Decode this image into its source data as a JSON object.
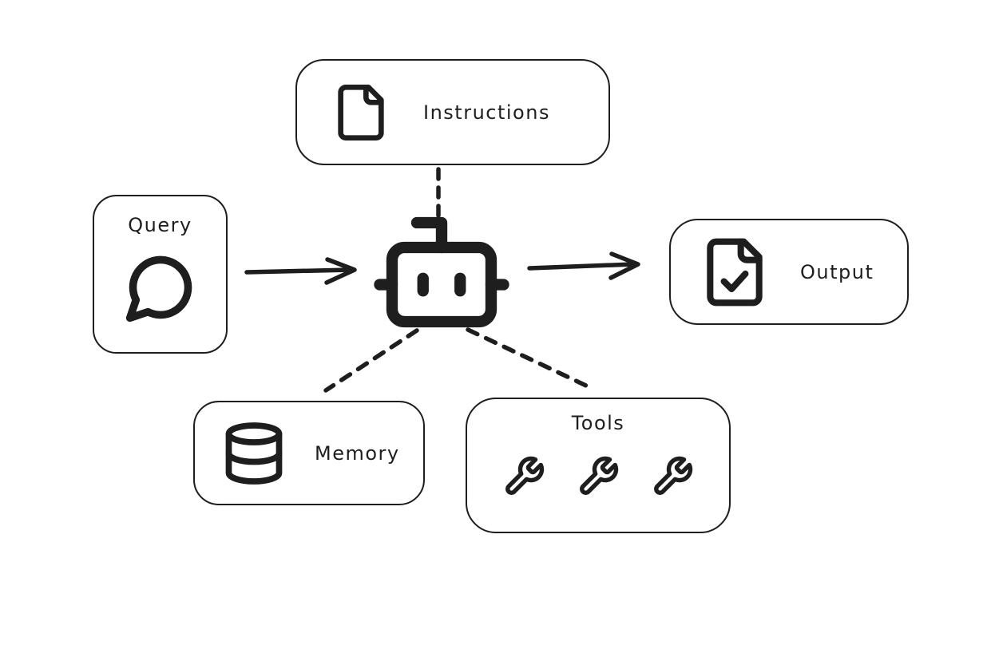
{
  "canvas": {
    "background_color": "#ffffff",
    "stroke_color": "#1e1e1e"
  },
  "nodes": {
    "instructions": {
      "label": "Instructions",
      "icon": "file-icon"
    },
    "query": {
      "label": "Query",
      "icon": "chat-bubble-icon"
    },
    "agent": {
      "label": "",
      "icon": "robot-icon"
    },
    "output": {
      "label": "Output",
      "icon": "file-check-icon"
    },
    "memory": {
      "label": "Memory",
      "icon": "database-icon"
    },
    "tools": {
      "label": "Tools",
      "icons": [
        "wrench-icon",
        "wrench-icon",
        "wrench-icon"
      ]
    }
  },
  "edges": [
    {
      "from": "query",
      "to": "agent",
      "type": "solid-arrow"
    },
    {
      "from": "agent",
      "to": "output",
      "type": "solid-arrow"
    },
    {
      "from": "instructions",
      "to": "agent",
      "type": "dashed-line"
    },
    {
      "from": "agent",
      "to": "memory",
      "type": "dashed-line"
    },
    {
      "from": "agent",
      "to": "tools",
      "type": "dashed-line"
    }
  ]
}
